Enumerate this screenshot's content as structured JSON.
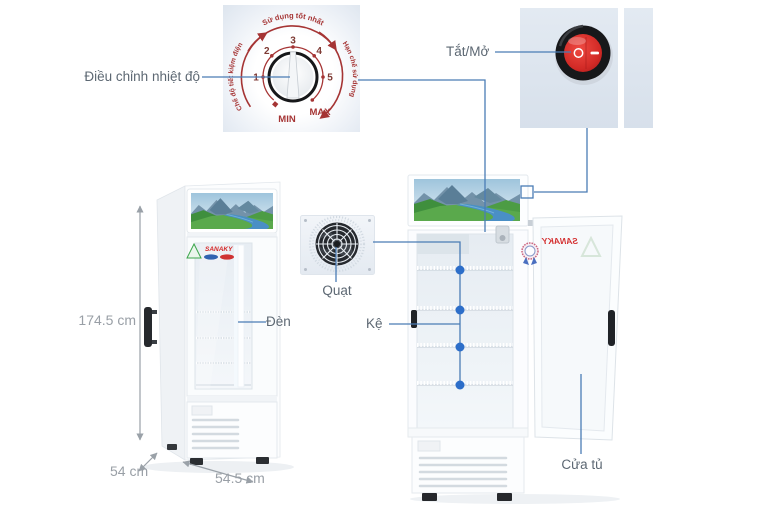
{
  "brand": "SANAKY",
  "dial": {
    "arc_top": "Sử dụng tốt nhất",
    "arc_left": "Chế độ tiết kiệm điện",
    "arc_right": "Hạn chế sử dụng",
    "numbers": [
      "1",
      "2",
      "3",
      "4",
      "5"
    ],
    "min_label": "MIN",
    "max_label": "MAX"
  },
  "callouts": {
    "temperature_control": "Điều chỉnh nhiệt độ",
    "power_switch": "Tắt/Mở",
    "fan": "Quạt",
    "shelves": "Kệ",
    "light": "Đèn",
    "door": "Cửa tủ"
  },
  "dimensions": {
    "height": "174.5 cm",
    "depth": "54 cm",
    "width": "54.5 cm"
  },
  "colors": {
    "callout_line": "#4a7cb5",
    "shelf_dot": "#2d6ec9",
    "dial_red": "#a53434",
    "photo_background": "#dde5ee",
    "brand_red": "#d42a2a",
    "label_text": "#5d6873",
    "dimension_text": "#999fa6"
  }
}
